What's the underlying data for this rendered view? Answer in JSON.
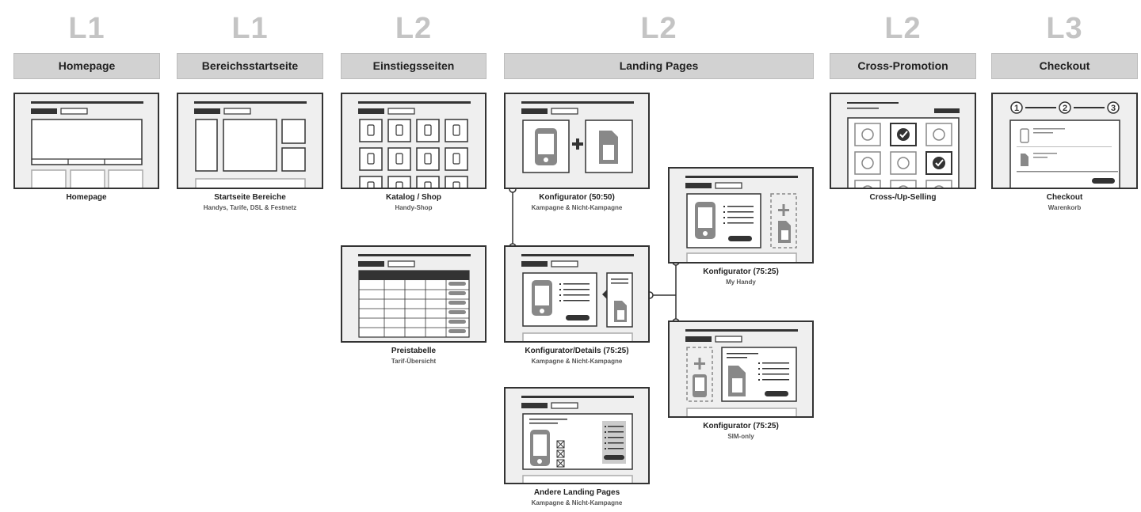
{
  "levels": [
    {
      "label": "L1"
    },
    {
      "label": "L1"
    },
    {
      "label": "L2"
    },
    {
      "label": "L2"
    },
    {
      "label": "L2"
    },
    {
      "label": "L3"
    }
  ],
  "headers": [
    {
      "label": "Homepage"
    },
    {
      "label": "Bereichsstartseite"
    },
    {
      "label": "Einstiegsseiten"
    },
    {
      "label": "Landing Pages"
    },
    {
      "label": "Cross-Promotion"
    },
    {
      "label": "Checkout"
    }
  ],
  "pages": {
    "homepage": {
      "title": "Homepage",
      "subtitle": ""
    },
    "startseite": {
      "title": "Startseite Bereiche",
      "subtitle": "Handys, Tarife, DSL & Festnetz"
    },
    "katalog": {
      "title": "Katalog / Shop",
      "subtitle": "Handy-Shop"
    },
    "preistabelle": {
      "title": "Preistabelle",
      "subtitle": "Tarif-Übersicht"
    },
    "konfig5050": {
      "title": "Konfigurator (50:50)",
      "subtitle": "Kampagne & Nicht-Kampagne"
    },
    "konfigdetails": {
      "title": "Konfigurator/Details (75:25)",
      "subtitle": "Kampagne & Nicht-Kampagne"
    },
    "andere": {
      "title": "Andere Landing Pages",
      "subtitle": "Kampagne & Nicht-Kampagne"
    },
    "myhandy": {
      "title": "Konfigurator (75:25)",
      "subtitle": "My Handy"
    },
    "simonly": {
      "title": "Konfigurator (75:25)",
      "subtitle": "SIM-only"
    },
    "crossselling": {
      "title": "Cross-/Up-Selling",
      "subtitle": ""
    },
    "checkout": {
      "title": "Checkout",
      "subtitle": "Warenkorb"
    }
  },
  "checkout_steps": [
    "1",
    "2",
    "3"
  ],
  "colors": {
    "level": "#c4c4c4",
    "header_bg": "#d2d2d2",
    "frame_border": "#333333",
    "frame_bg": "#efefef",
    "accent_gray": "#888888"
  },
  "icons": [
    "phone-icon",
    "sim-card-icon",
    "plus-icon",
    "check-icon",
    "circle-icon",
    "checkbox-icon",
    "arrow-left-icon"
  ]
}
